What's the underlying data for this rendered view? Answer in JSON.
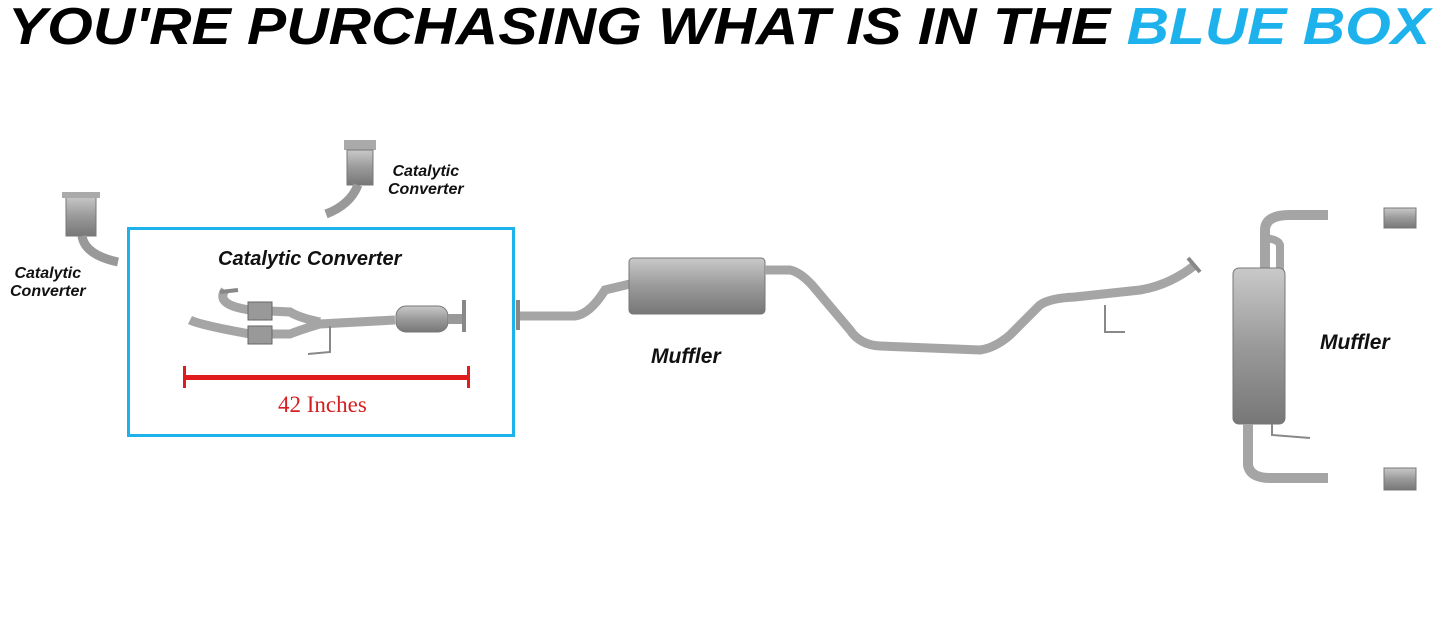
{
  "title": {
    "prefix": "YOU'RE PURCHASING WHAT IS IN THE ",
    "highlight": "BLUE BOX",
    "text_color": "#000000",
    "highlight_color": "#1eb2ec"
  },
  "labels": {
    "cat_left": [
      "Catalytic",
      "Converter"
    ],
    "cat_top": [
      "Catalytic",
      "Converter"
    ],
    "cat_box": "Catalytic Converter",
    "muffler_mid": "Muffler",
    "muffler_right": "Muffler"
  },
  "measurement": {
    "text": "42 Inches",
    "color": "#d42020"
  },
  "box_color": "#1eb2ec"
}
